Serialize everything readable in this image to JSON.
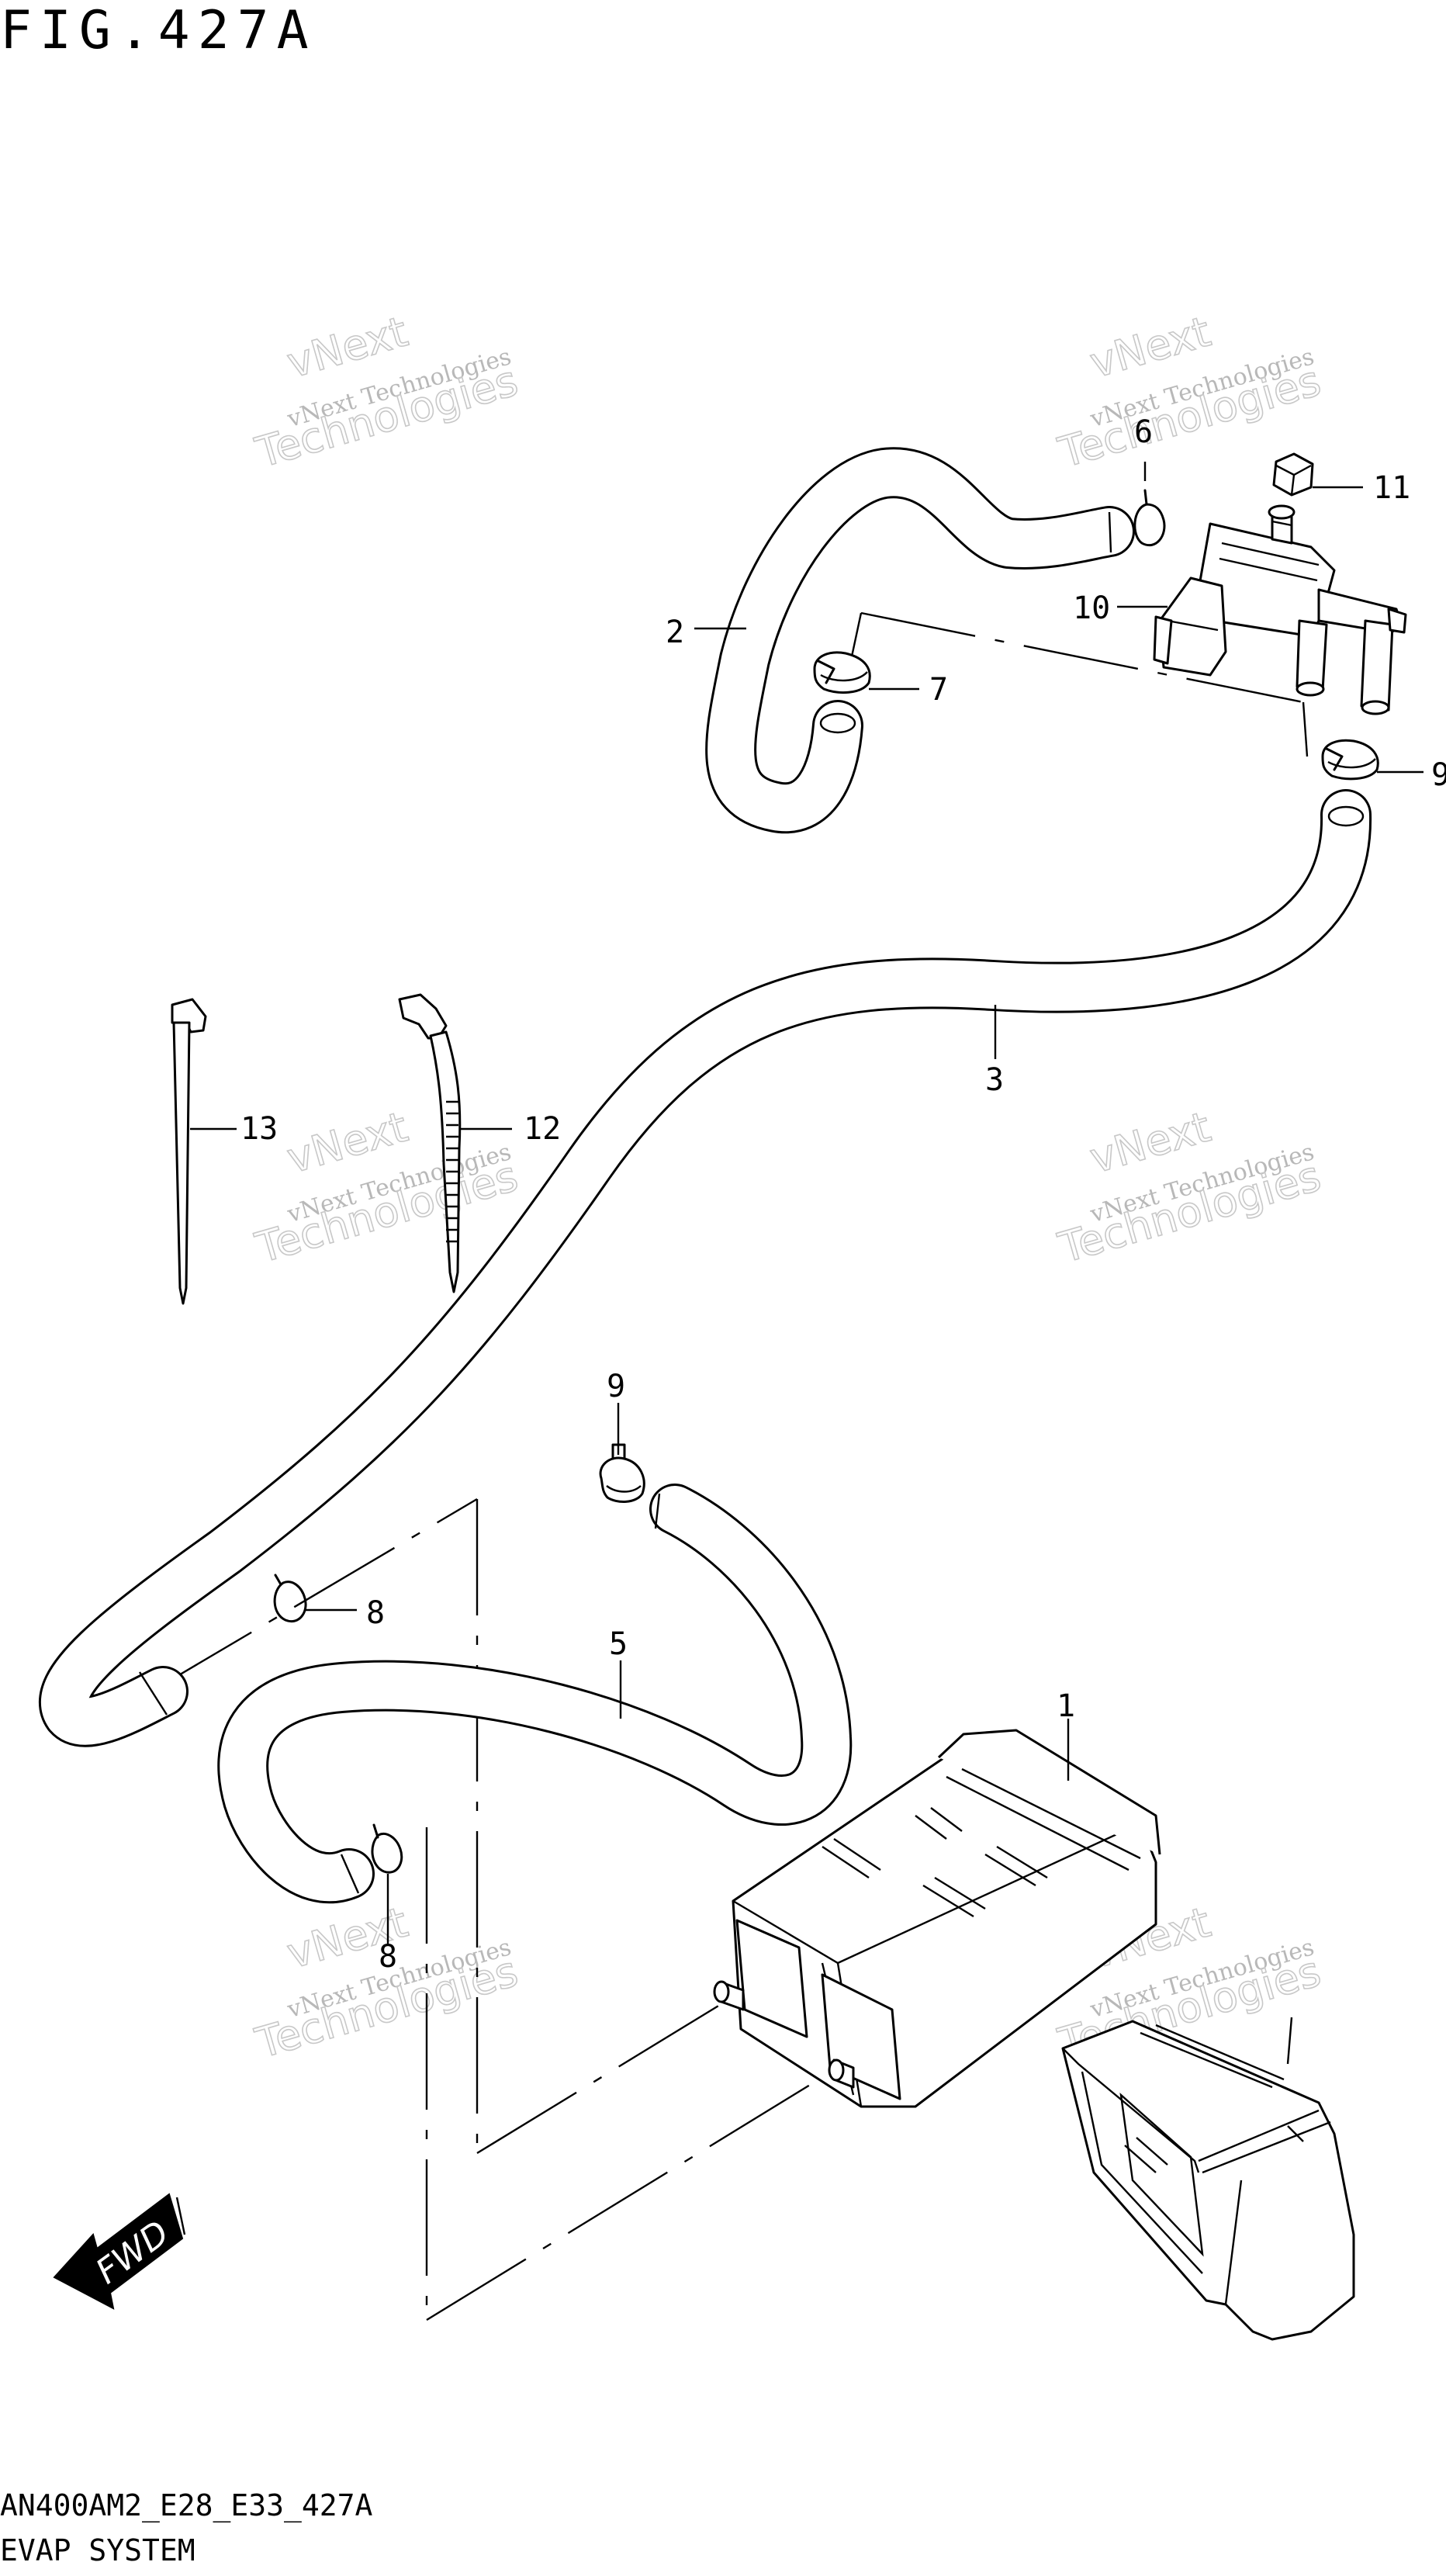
{
  "figure": {
    "title": "FIG.427A",
    "model_code": "AN400AM2_E28_E33_427A",
    "group_name": "EVAP SYSTEM"
  },
  "callouts": [
    {
      "id": "c1",
      "label": "1"
    },
    {
      "id": "c2",
      "label": "2"
    },
    {
      "id": "c3",
      "label": "3"
    },
    {
      "id": "c5",
      "label": "5"
    },
    {
      "id": "c6",
      "label": "6"
    },
    {
      "id": "c7",
      "label": "7"
    },
    {
      "id": "c8a",
      "label": "8"
    },
    {
      "id": "c8b",
      "label": "8"
    },
    {
      "id": "c9a",
      "label": "9"
    },
    {
      "id": "c9b",
      "label": "9"
    },
    {
      "id": "c10",
      "label": "10"
    },
    {
      "id": "c11",
      "label": "11"
    },
    {
      "id": "c12",
      "label": "12"
    },
    {
      "id": "c13",
      "label": "13"
    }
  ],
  "fwd_marker": {
    "label": "FWD"
  },
  "watermark": {
    "line1": "vNext Technologies",
    "line2": "vNext",
    "line3": "Technologies"
  }
}
